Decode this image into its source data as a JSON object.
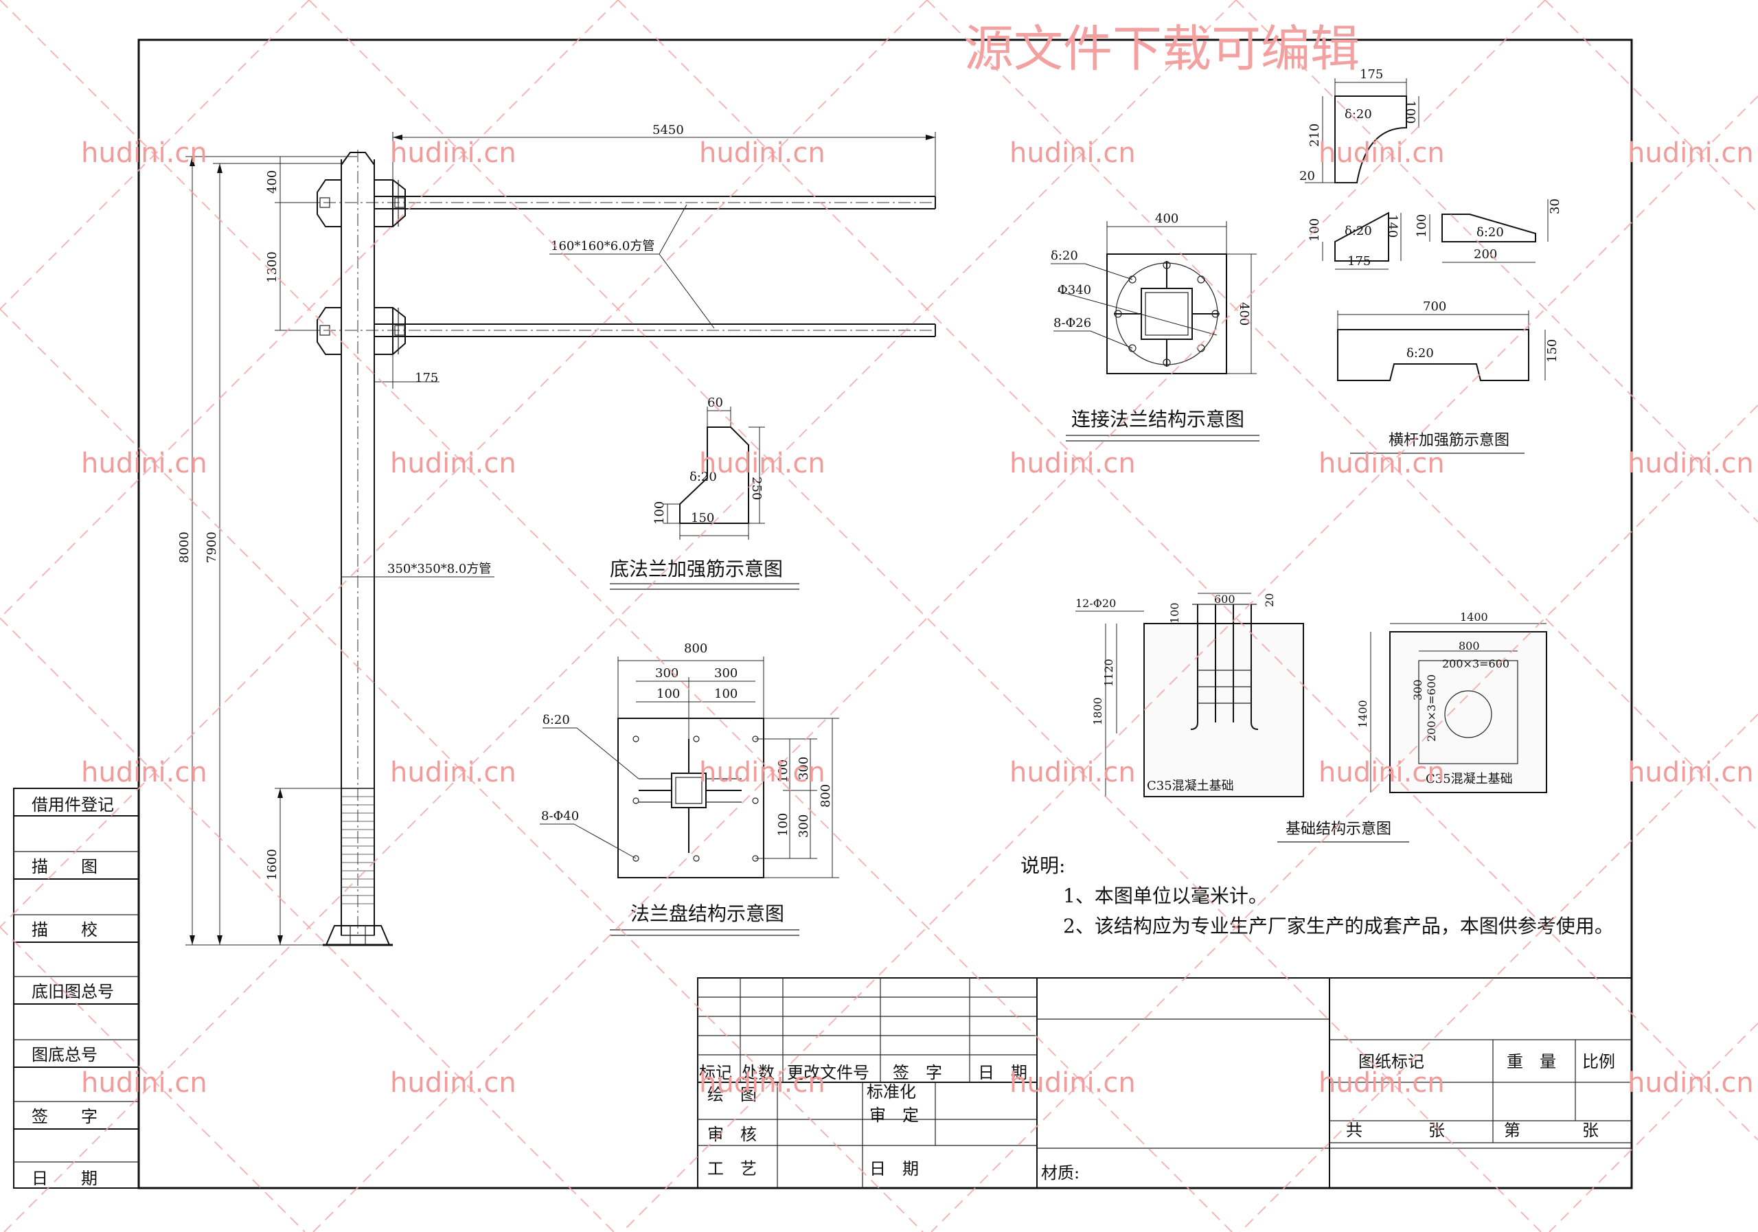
{
  "watermark": {
    "title": "源文件下载可编辑",
    "text": "hudini.cn",
    "color": "#f29b9b"
  },
  "pole": {
    "dim_total_height": "8000",
    "dim_pole_height": "7900",
    "dim_arm_length": "5450",
    "dim_top_offset": "400",
    "dim_arm_spacing": "1300",
    "dim_arm_offset": "175",
    "dim_base": "1600",
    "arm_spec": "160*160*6.0方管",
    "pole_spec": "350*350*8.0方管"
  },
  "base_stiffener": {
    "title": "底法兰加强筋示意图",
    "dim_top": "60",
    "dim_height": "250",
    "dim_side": "100",
    "dim_bottom": "150",
    "thickness": "δ:20"
  },
  "flange_plate": {
    "title": "法兰盘结构示意图",
    "dim_width": "800",
    "dim_300a": "300",
    "dim_300b": "300",
    "dim_100a": "100",
    "dim_100b": "100",
    "dim_v100a": "100",
    "dim_v300a": "300",
    "dim_v100b": "100",
    "dim_v300b": "300",
    "dim_height": "800",
    "thickness": "δ:20",
    "holes": "8-Φ40"
  },
  "connect_flange": {
    "title": "连接法兰结构示意图",
    "dim_width": "400",
    "dim_height": "400",
    "thickness": "δ:20",
    "diameter": "Φ340",
    "holes": "8-Φ26"
  },
  "arm_stiffener": {
    "title": "横杆加强筋示意图",
    "p1_top": "175",
    "p1_left": "210",
    "p1_right": "100",
    "p1_bottom": "20",
    "p1_thk": "δ:20",
    "p2_left": "100",
    "p2_right": "140",
    "p2_bottom": "175",
    "p2_thk": "δ:20",
    "p3_left": "100",
    "p3_right": "30",
    "p3_bottom": "200",
    "p3_thk": "δ:20",
    "p4_width": "700",
    "p4_height": "150",
    "p4_thk": "δ:20"
  },
  "foundation": {
    "title": "基础结构示意图",
    "left_label": "C35混凝土基础",
    "right_label": "C35混凝土基础",
    "rebar": "12-Φ20",
    "dim_600": "600",
    "dim_20": "20",
    "dim_100": "100",
    "dim_1120": "1120",
    "dim_1800": "1800",
    "dim_1400": "1400",
    "dim_1400v": "1400",
    "dim_800": "800",
    "dim_inner": "200×3=600",
    "dim_inner_v": "200×3=600",
    "dim_300": "300"
  },
  "notes": {
    "heading": "说明:",
    "line1": "1、本图单位以毫米计。",
    "line2": "2、该结构应为专业生产厂家生产的成套产品，本图供参考使用。"
  },
  "side_block": {
    "items": [
      "借用件登记",
      "描　　图",
      "描　　校",
      "底旧图总号",
      "图底总号",
      "签　　字",
      "日　　期"
    ]
  },
  "title_block": {
    "h_mark": "标记",
    "h_count": "处数",
    "h_doc": "更改文件号",
    "h_sign": "签　字",
    "h_date": "日　期",
    "draw": "绘　图",
    "standard": "标准化",
    "review": "审　核",
    "approve": "审　定",
    "process": "工　艺",
    "date2": "日　期",
    "material": "材质:",
    "drawing_mark": "图纸标记",
    "weight": "重　量",
    "scale": "比例",
    "total": "共",
    "sheets": "张",
    "page": "第",
    "sheet2": "张"
  }
}
